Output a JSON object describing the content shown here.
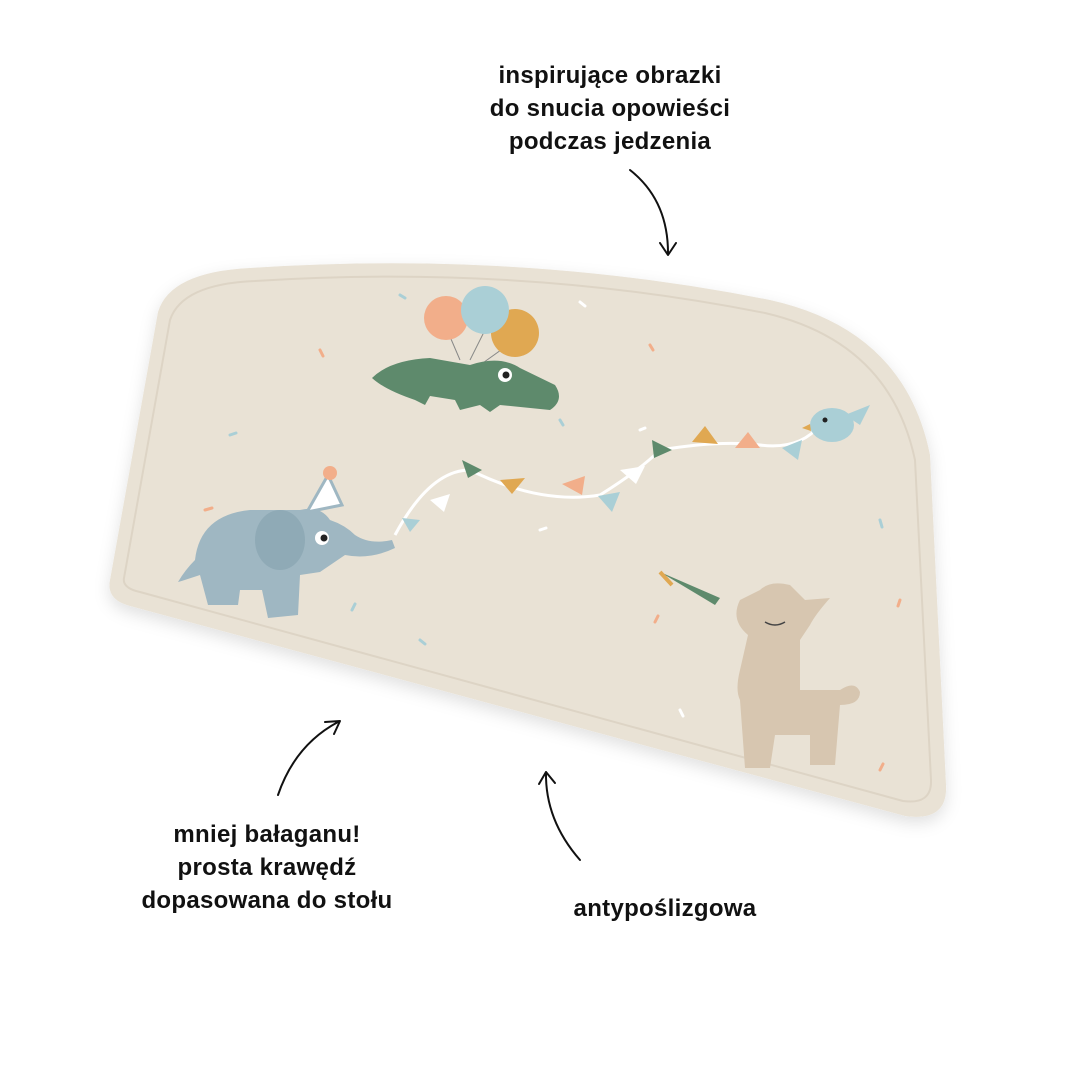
{
  "captions": {
    "top": [
      "inspirujące obrazki",
      "do snucia opowieści",
      "podczas jedzenia"
    ],
    "left": [
      "mniej bałaganu!",
      "prosta krawędź",
      "dopasowana do stołu"
    ],
    "bottom": [
      "antypoślizgowa"
    ]
  },
  "colors": {
    "mat": "#e9e2d5",
    "mat_edge": "#ddd5c6",
    "crocodile": "#5e8a6c",
    "elephant": "#9fb7c2",
    "llama": "#d7c6b0",
    "balloon_peach": "#f2ae8a",
    "balloon_blue": "#aacfd6",
    "balloon_mustard": "#e0a852",
    "text": "#111111"
  }
}
